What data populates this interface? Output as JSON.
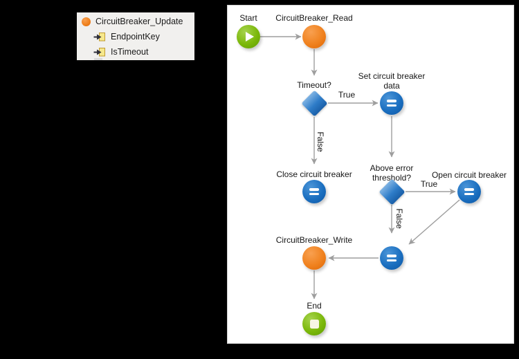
{
  "panel": {
    "title": "CircuitBreaker_Update",
    "params": [
      {
        "label": "EndpointKey"
      },
      {
        "label": "IsTimeout"
      }
    ]
  },
  "flow": {
    "nodes": {
      "start": {
        "label": "Start",
        "type": "start"
      },
      "read": {
        "label": "CircuitBreaker_Read",
        "type": "activity"
      },
      "timeout": {
        "label": "Timeout?",
        "type": "decision"
      },
      "set_data": {
        "label": "Set circuit breaker data",
        "type": "action"
      },
      "close": {
        "label": "Close circuit breaker",
        "type": "action"
      },
      "threshold": {
        "label": "Above error threshold?",
        "type": "decision"
      },
      "open": {
        "label": "Open circuit breaker",
        "type": "action"
      },
      "merge": {
        "label": "",
        "type": "action"
      },
      "write": {
        "label": "CircuitBreaker_Write",
        "type": "activity"
      },
      "end": {
        "label": "End",
        "type": "end"
      }
    },
    "edges": {
      "timeout_true": "True",
      "timeout_false": "False",
      "threshold_true": "True",
      "threshold_false": "False"
    }
  },
  "icons": {
    "start": "play-icon",
    "end": "stop-icon",
    "action": "equals-icon",
    "decision": "diamond-icon",
    "activity": "orange-circle-icon",
    "parameter": "input-parameter-icon"
  },
  "colors": {
    "page_bg": "#000000",
    "canvas_bg": "#ffffff",
    "panel_bg": "#f1f0ee",
    "orange": "#f0821f",
    "green": "#7bb80a",
    "blue": "#1b6fc0",
    "arrow_gray": "#9e9e9e",
    "param_yellow": "#f6e88c"
  }
}
